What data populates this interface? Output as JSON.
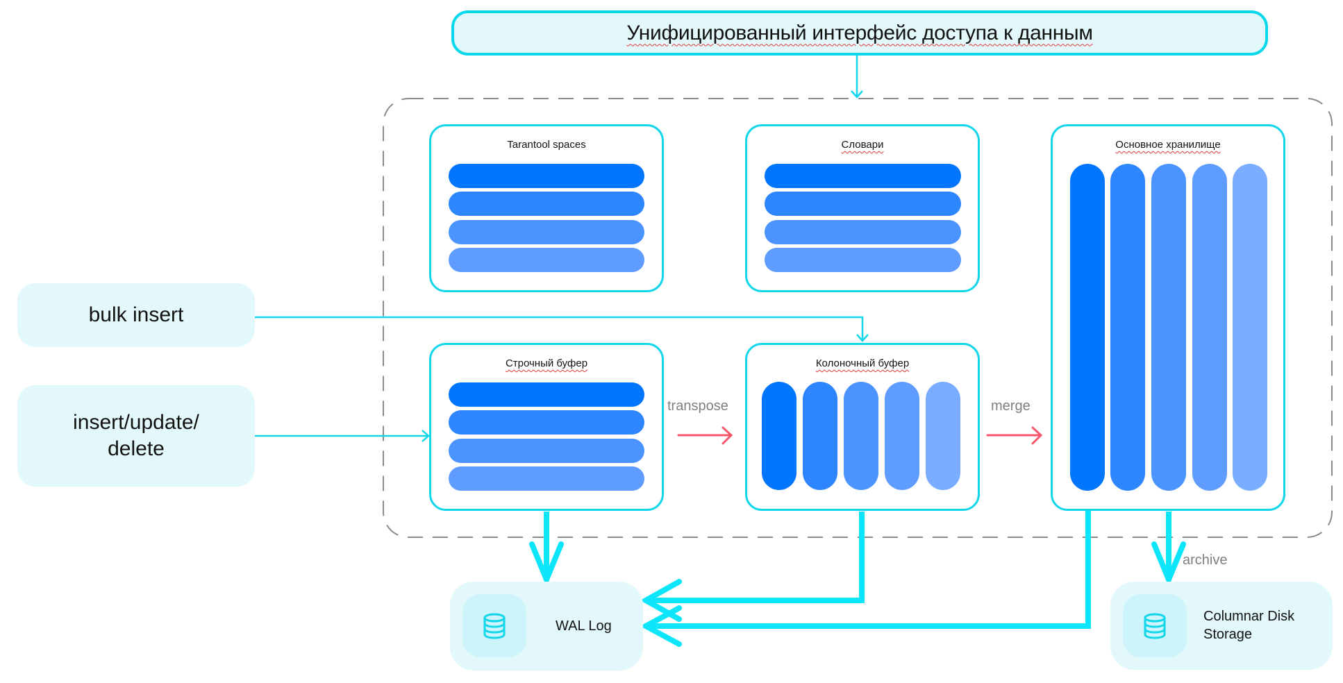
{
  "header": {
    "title": "Унифицированный интерфейс доступа к данным"
  },
  "colors": {
    "accent_cyan": "#0de6fa",
    "panel_border": "#12d6ea",
    "light_fill": "#e2f8fb",
    "transform_arrow": "#f4566c",
    "edge_label": "#7f7f7f",
    "blue_shades": [
      "#0076ff",
      "#2e86ff",
      "#4b94ff",
      "#5e9dff",
      "#7aadff"
    ]
  },
  "sources": [
    {
      "id": "bulk_insert",
      "label": "bulk insert"
    },
    {
      "id": "dml",
      "label": "insert/update/ delete",
      "lines": [
        "insert/update/",
        "delete"
      ]
    }
  ],
  "panels": {
    "tarantool_spaces": {
      "title": "Tarantool spaces",
      "layout": "rows",
      "count": 4
    },
    "dictionaries": {
      "title": "Словари",
      "layout": "rows",
      "count": 4
    },
    "main_storage": {
      "title": "Основное хранилище",
      "layout": "columns",
      "count": 5
    },
    "row_buffer": {
      "title": "Строчный буфер",
      "layout": "rows",
      "count": 4
    },
    "column_buffer": {
      "title": "Колоночный буфер",
      "layout": "columns",
      "count": 5
    }
  },
  "edges": {
    "transpose": "transpose",
    "merge": "merge",
    "archive": "archive"
  },
  "stores": {
    "wal": {
      "label": "WAL Log",
      "icon": "database-icon"
    },
    "columnar": {
      "label": "Columnar Disk Storage",
      "lines": [
        "Columnar Disk",
        "Storage"
      ],
      "icon": "database-icon"
    }
  }
}
